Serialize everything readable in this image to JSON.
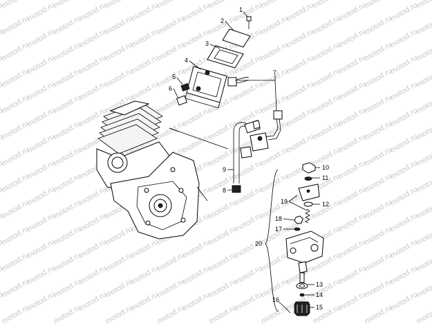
{
  "watermark_text": "motod.ru",
  "callouts": [
    {
      "id": "c1",
      "label": "1"
    },
    {
      "id": "c2",
      "label": "2"
    },
    {
      "id": "c3",
      "label": "3"
    },
    {
      "id": "c4",
      "label": "4"
    },
    {
      "id": "c5",
      "label": "5"
    },
    {
      "id": "c6",
      "label": "6"
    },
    {
      "id": "c7",
      "label": "7"
    },
    {
      "id": "c8",
      "label": "8"
    },
    {
      "id": "c9",
      "label": "9"
    },
    {
      "id": "c10",
      "label": "10"
    },
    {
      "id": "c11",
      "label": "11"
    },
    {
      "id": "c12",
      "label": "12"
    },
    {
      "id": "c13",
      "label": "13"
    },
    {
      "id": "c14",
      "label": "14"
    },
    {
      "id": "c15",
      "label": "15"
    },
    {
      "id": "c16",
      "label": "16"
    },
    {
      "id": "c17",
      "label": "17"
    },
    {
      "id": "c18",
      "label": "18"
    },
    {
      "id": "c19",
      "label": "19"
    },
    {
      "id": "c20",
      "label": "20"
    }
  ]
}
